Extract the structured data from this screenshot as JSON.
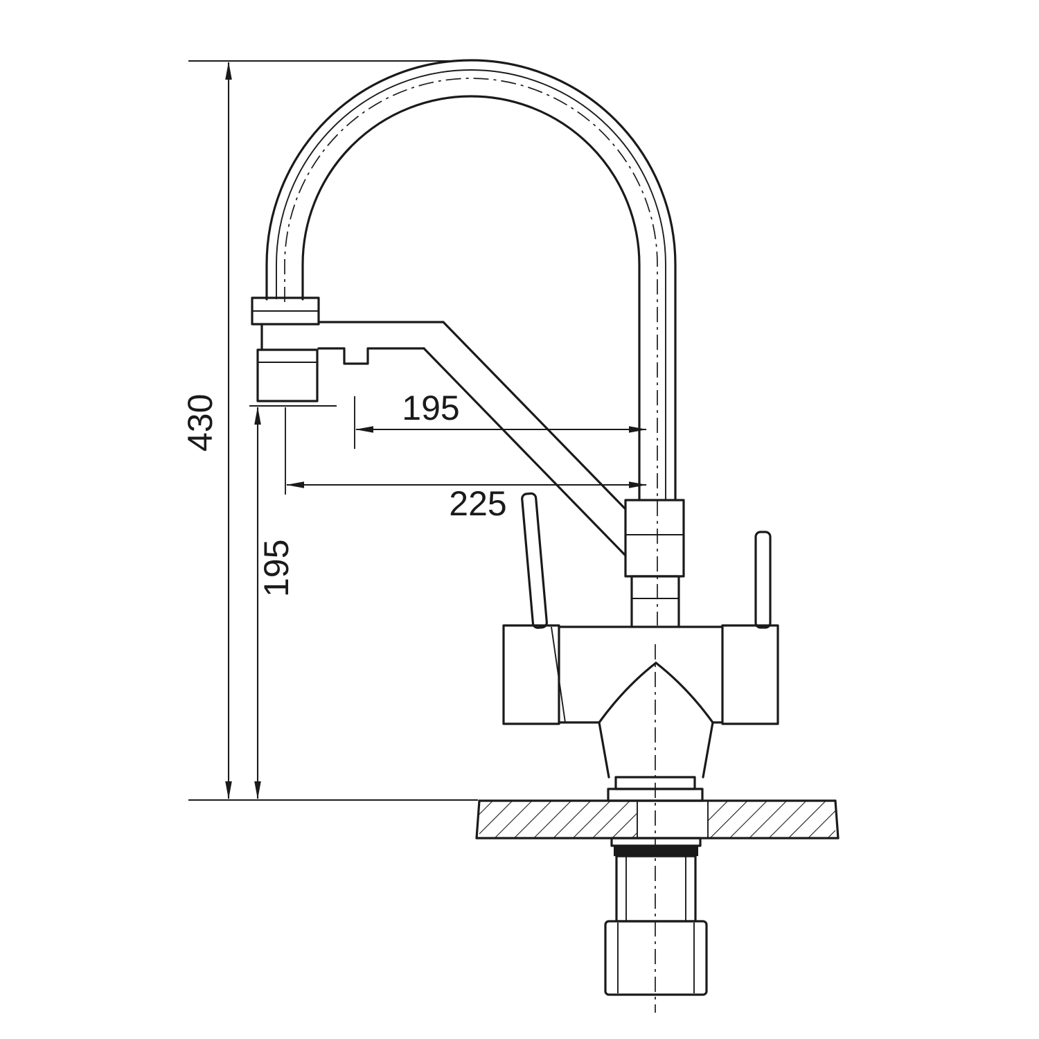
{
  "diagram": {
    "type": "technical-drawing",
    "subject": "two-handle kitchen mixer faucet with filtered-water spout, front elevation with installation dimensions",
    "background_color": "#ffffff",
    "line_color": "#1a1a1a",
    "dimensions": {
      "overall_height": {
        "value": "430",
        "axis": "vertical"
      },
      "body_height": {
        "value": "195",
        "axis": "vertical"
      },
      "spout_reach": {
        "value": "195",
        "axis": "horizontal"
      },
      "overall_reach": {
        "value": "225",
        "axis": "horizontal"
      }
    }
  }
}
